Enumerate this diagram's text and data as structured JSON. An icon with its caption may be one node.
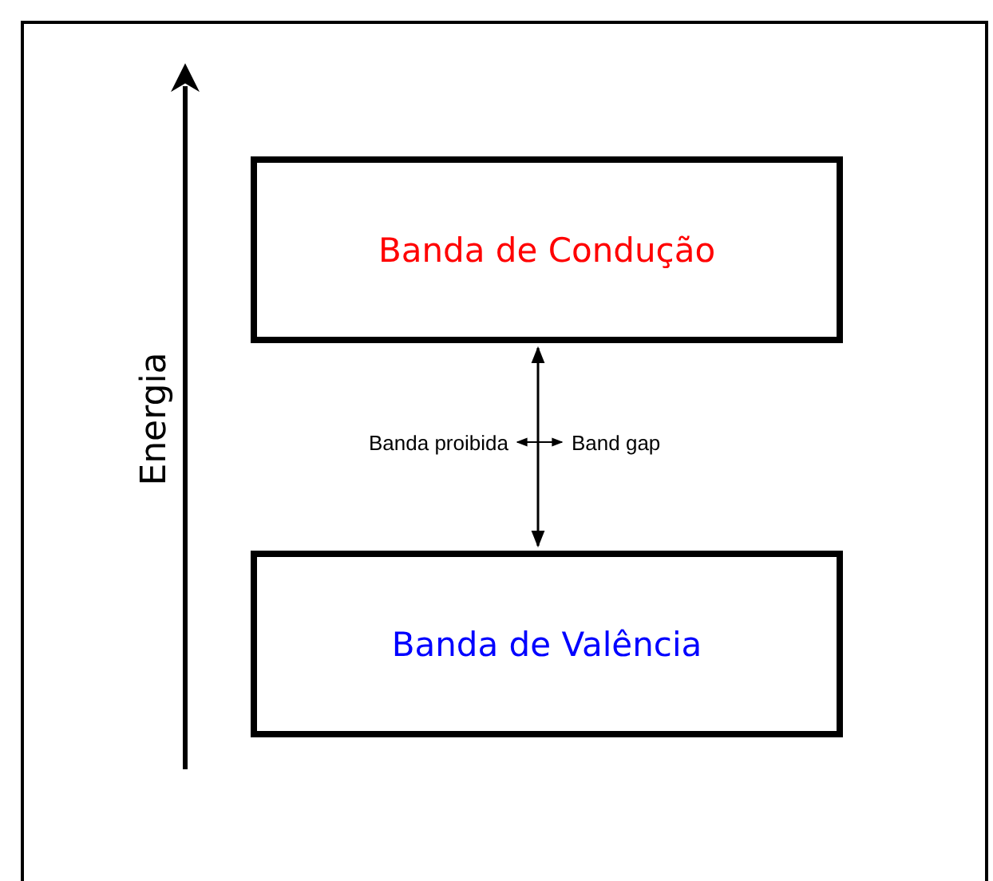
{
  "diagram": {
    "nodes": [
      {
        "text": [
          "Banda de Condução"
        ]
      },
      {
        "text": [
          "Banda de Valência"
        ]
      },
      {
        "text": [
          "Banda proibida"
        ]
      },
      {
        "text": [
          "Band gap"
        ]
      }
    ],
    "edges": [
      {
        "from": 0,
        "to": 1,
        "arrow": "both"
      },
      {
        "from": 2,
        "to": 3,
        "arrow": "both"
      }
    ],
    "labels": [
      "Energia"
    ]
  }
}
